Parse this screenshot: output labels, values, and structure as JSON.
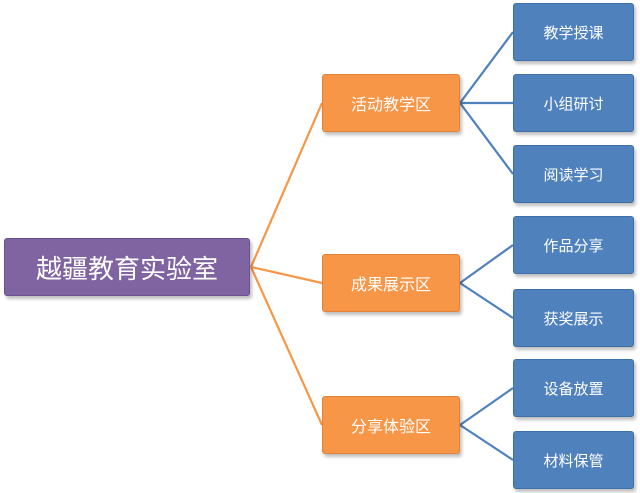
{
  "diagram": {
    "root": {
      "label": "越疆教育实验室"
    },
    "branches": [
      {
        "label": "活动教学区",
        "children": [
          "教学授课",
          "小组研讨",
          "阅读学习"
        ]
      },
      {
        "label": "成果展示区",
        "children": [
          "作品分享",
          "获奖展示"
        ]
      },
      {
        "label": "分享体验区",
        "children": [
          "设备放置",
          "材料保管"
        ]
      }
    ]
  },
  "colors": {
    "root": "#8064a2",
    "branch": "#f79646",
    "leaf": "#4f81bd",
    "root_connector": "#f79646",
    "leaf_connector": "#4f81bd"
  }
}
